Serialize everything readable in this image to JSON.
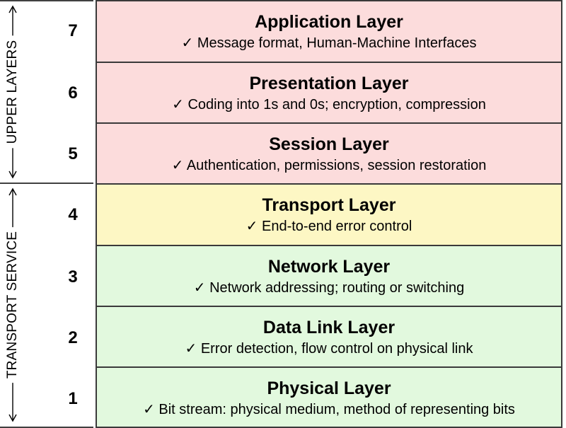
{
  "colors": {
    "upper": "#fcdcdc",
    "transport": "#fdf7c4",
    "lower": "#e2f9de",
    "border": "#3a3a3a"
  },
  "groups": {
    "upper": "UPPER LAYERS",
    "transport": "TRANSPORT SERVICE"
  },
  "layers": [
    {
      "number": "7",
      "name": "Application Layer",
      "desc": "✓ Message format, Human-Machine Interfaces",
      "group": "upper"
    },
    {
      "number": "6",
      "name": "Presentation Layer",
      "desc": "✓ Coding into 1s and 0s; encryption, compression",
      "group": "upper"
    },
    {
      "number": "5",
      "name": "Session Layer",
      "desc": "✓ Authentication, permissions, session restoration",
      "group": "upper"
    },
    {
      "number": "4",
      "name": "Transport Layer",
      "desc": "✓ End-to-end error control",
      "group": "transport"
    },
    {
      "number": "3",
      "name": "Network Layer",
      "desc": "✓ Network addressing; routing or switching",
      "group": "lower"
    },
    {
      "number": "2",
      "name": "Data Link Layer",
      "desc": "✓ Error detection, flow control on physical link",
      "group": "lower"
    },
    {
      "number": "1",
      "name": "Physical Layer",
      "desc": "✓ Bit stream: physical medium, method of representing bits",
      "group": "lower"
    }
  ]
}
